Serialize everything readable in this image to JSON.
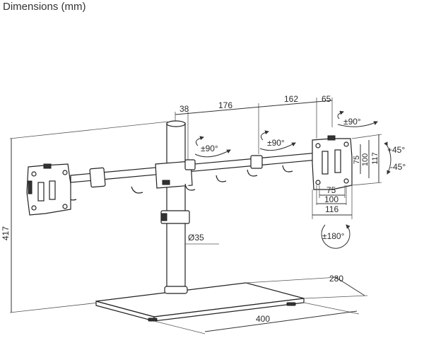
{
  "title": "Dimensions (mm)",
  "dimensions": {
    "arm_seg_38": "38",
    "arm_seg_176": "176",
    "arm_seg_162": "162",
    "arm_seg_65": "65",
    "height_417": "417",
    "pole_diameter": "Ø35",
    "base_depth": "280",
    "base_width": "400",
    "vesa_h_75": "75",
    "vesa_h_100": "100",
    "plate_width": "116",
    "vesa_v_75": "75",
    "vesa_v_100": "100",
    "plate_height": "117"
  },
  "rotations": {
    "swivel_top": "±90°",
    "swivel_mid_left": "±90°",
    "swivel_mid_right": "±90°",
    "tilt_up": "+45°",
    "tilt_down": "-45°",
    "rotate": "±180°"
  }
}
